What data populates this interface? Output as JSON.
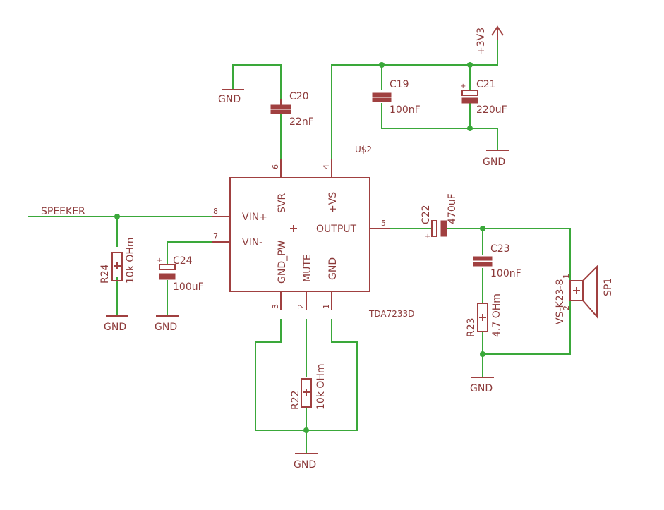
{
  "ic": {
    "name": "U$2",
    "value": "TDA7233D",
    "pins": {
      "vin_plus": "VIN+",
      "vin_minus": "VIN-",
      "svr": "SVR",
      "vs": "+VS",
      "output": "OUTPUT",
      "gnd_pw": "GND_PW",
      "mute": "MUTE",
      "gnd": "GND"
    },
    "pin_numbers": {
      "p8": "8",
      "p7": "7",
      "p6": "6",
      "p4": "4",
      "p5": "5",
      "p3": "3",
      "p2": "2",
      "p1": "1"
    }
  },
  "net_label": "SPEEKER",
  "supply": "+3V3",
  "ground": "GND",
  "parts": {
    "c20": {
      "name": "C20",
      "value": "22nF"
    },
    "c19": {
      "name": "C19",
      "value": "100nF"
    },
    "c21": {
      "name": "C21",
      "value": "220uF"
    },
    "c22": {
      "name": "C22",
      "value": "470uF"
    },
    "c23": {
      "name": "C23",
      "value": "100nF"
    },
    "c24": {
      "name": "C24",
      "value": "100uF"
    },
    "r24": {
      "name": "R24",
      "value": "10k OHm"
    },
    "r23": {
      "name": "R23",
      "value": "4.7 OHm"
    },
    "r22": {
      "name": "R22",
      "value": "10k OHm"
    },
    "sp1": {
      "name": "SP1",
      "value": "VS-K23-8",
      "pin1": "1",
      "pin2": "2"
    }
  },
  "colors": {
    "wire": "#3aa83a",
    "symbol": "#a04040",
    "text": "#8c3a3a",
    "background": "#ffffff"
  }
}
